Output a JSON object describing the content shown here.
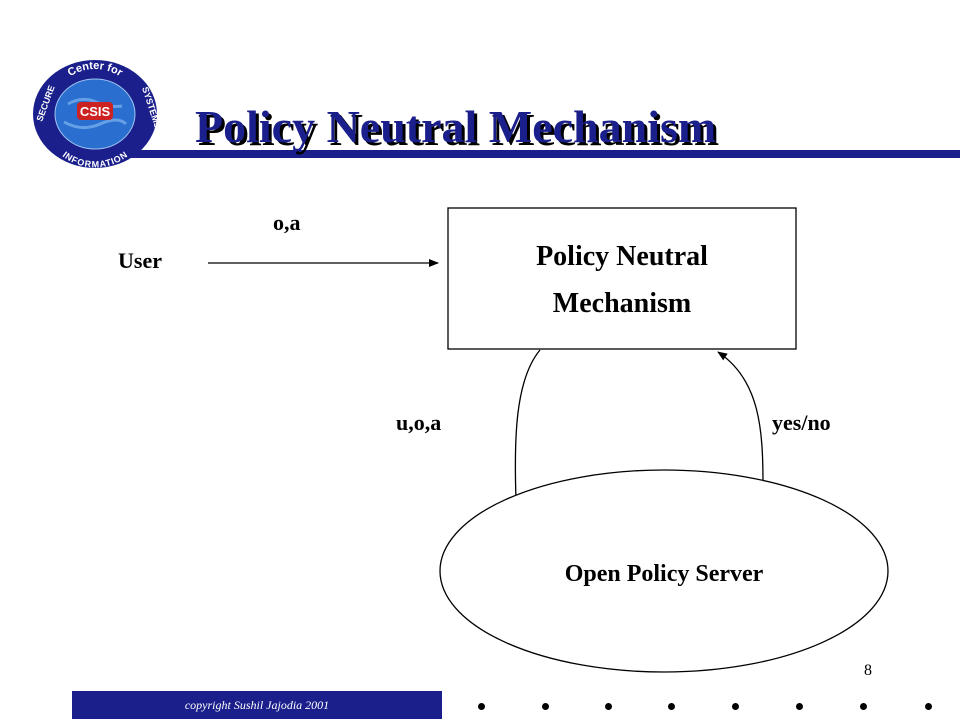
{
  "slide": {
    "title": "Policy Neutral Mechanism",
    "page_number": "8",
    "footer": "copyright Sushil Jajodia 2001"
  },
  "logo": {
    "ring_top": "Center for",
    "ring_left": "SECURE",
    "ring_right": "SYSTEMS",
    "ring_bottom": "INFORMATION",
    "center": "CSIS"
  },
  "diagram": {
    "user_label": "User",
    "request_label": "o,a",
    "mechanism_line1": "Policy Neutral",
    "mechanism_line2": "Mechanism",
    "query_label": "u,o,a",
    "response_label": "yes/no",
    "server_label": "Open Policy Server"
  },
  "colors": {
    "accent": "#1a1f8c",
    "logo_globe": "#2a6fcf",
    "logo_ring": "#1a1f8c",
    "logo_badge": "#cc2222"
  }
}
